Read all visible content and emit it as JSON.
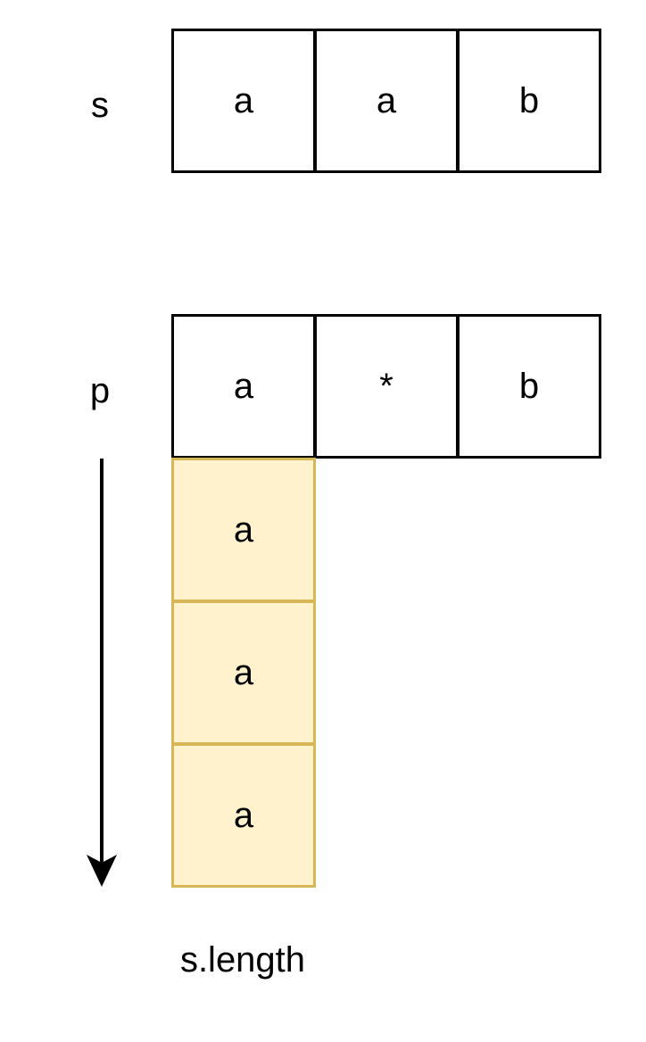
{
  "s_row": {
    "label": "s",
    "cells": [
      "a",
      "a",
      "b"
    ]
  },
  "p_row": {
    "label": "p",
    "cells": [
      "a",
      "*",
      "b"
    ]
  },
  "expansion": {
    "cells": [
      "a",
      "a",
      "a"
    ],
    "fill_color": "#fff2cc",
    "border_color": "#d6b656",
    "caption": "s.length"
  }
}
